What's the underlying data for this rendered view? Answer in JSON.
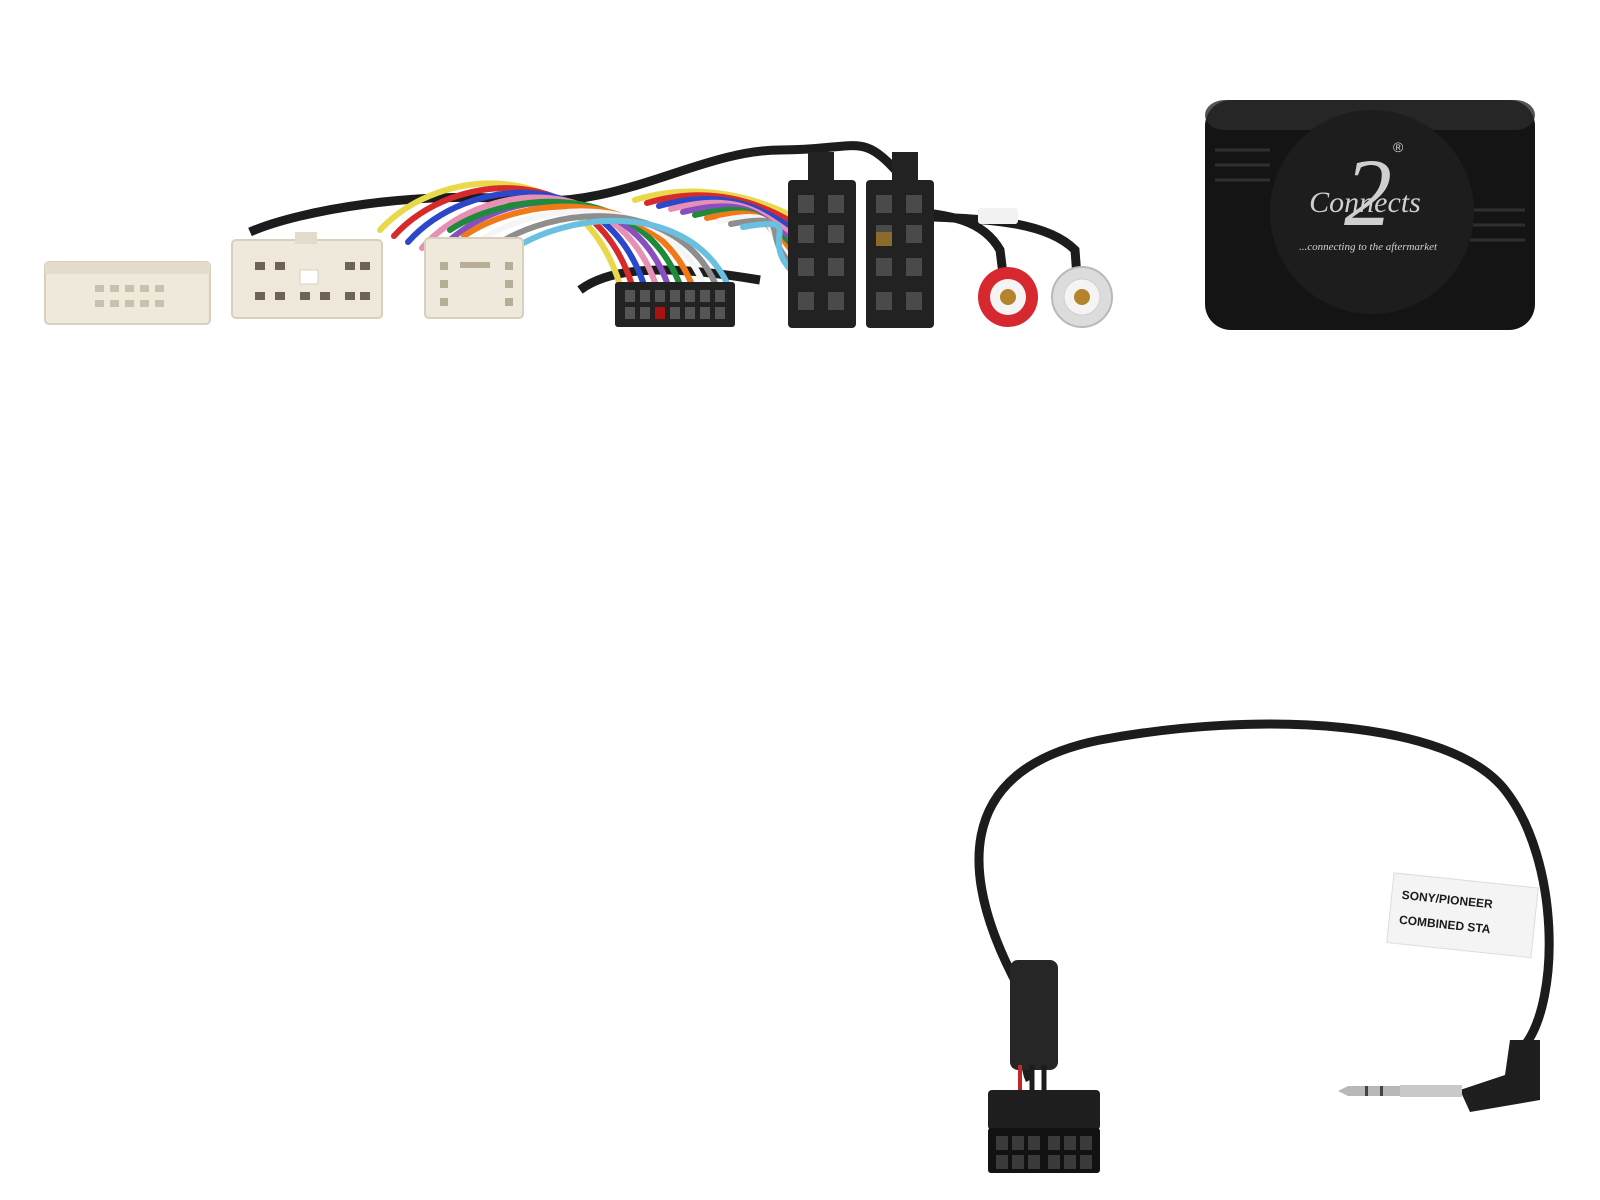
{
  "product": {
    "logo": {
      "brand": "Connects",
      "numeral": "2",
      "registered": "®",
      "tagline": "...connecting to the aftermarket"
    },
    "patch_lead_label": {
      "line1": "SONY/PIONEER",
      "line2": "COMBINED STA"
    },
    "colors": {
      "connector_white": "#efe9db",
      "connector_black": "#222222",
      "module_body": "#141414",
      "cable_black": "#1c1c1c",
      "rca_red": "#d7282f",
      "rca_white": "#dcdcdc"
    },
    "wire_colors": [
      "#e8d84a",
      "#d72b2b",
      "#2a48c9",
      "#e88fb5",
      "#8a4fbf",
      "#1f8a3c",
      "#f07a1a",
      "#f5f5f5",
      "#8e8e8e",
      "#6ac0e0"
    ]
  }
}
